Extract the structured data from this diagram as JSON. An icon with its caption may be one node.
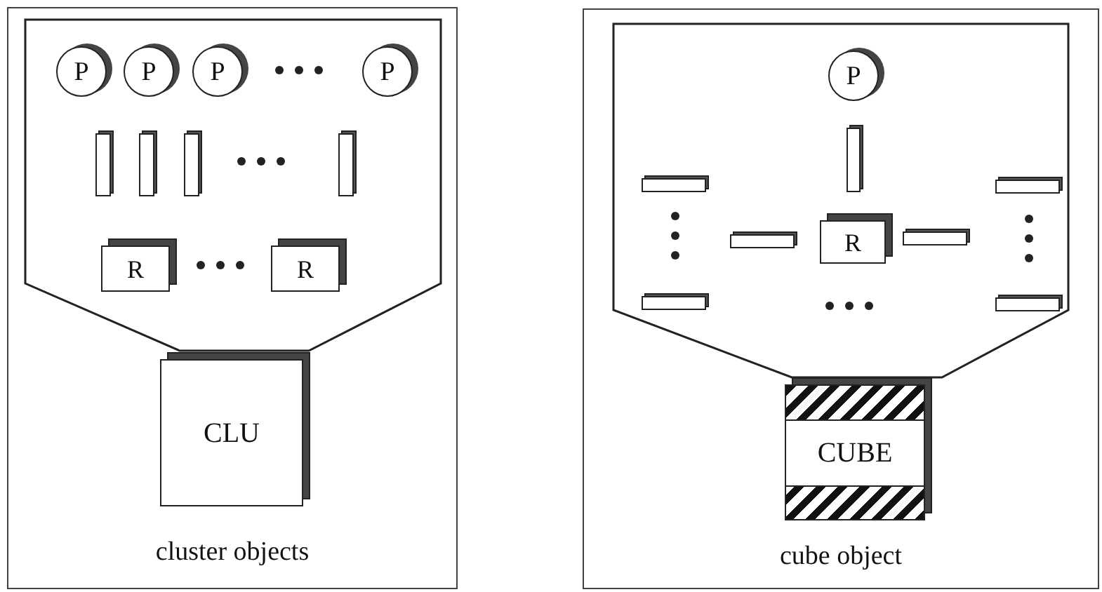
{
  "diagram": {
    "nodes": [
      {
        "text": [
          "cluster objects"
        ]
      },
      {
        "text": [],
        "shape": "callout",
        "in": 0
      },
      {
        "text": [
          "P"
        ],
        "in": 1
      },
      {
        "text": [
          "P"
        ],
        "in": 1
      },
      {
        "text": [
          "P"
        ],
        "in": 1
      },
      {
        "text": [
          "P"
        ],
        "in": 1
      },
      {
        "text": [],
        "shape": "bar",
        "in": 1
      },
      {
        "text": [],
        "shape": "bar",
        "in": 1
      },
      {
        "text": [],
        "shape": "bar",
        "in": 1
      },
      {
        "text": [],
        "shape": "bar",
        "in": 1
      },
      {
        "text": [
          "R"
        ],
        "in": 1
      },
      {
        "text": [
          "R"
        ],
        "in": 1
      },
      {
        "text": [
          "CLU"
        ],
        "in": 0
      },
      {
        "text": [
          "cube object"
        ]
      },
      {
        "text": [],
        "shape": "callout",
        "in": 13
      },
      {
        "text": [
          "P"
        ],
        "in": 14
      },
      {
        "text": [],
        "shape": "bar",
        "in": 14
      },
      {
        "text": [],
        "shape": "bar",
        "in": 14
      },
      {
        "text": [],
        "shape": "bar",
        "in": 14
      },
      {
        "text": [],
        "shape": "bar",
        "in": 14
      },
      {
        "text": [
          "R"
        ],
        "in": 14
      },
      {
        "text": [],
        "shape": "bar",
        "in": 14
      },
      {
        "text": [],
        "shape": "bar",
        "in": 14
      },
      {
        "text": [],
        "shape": "bar",
        "in": 14
      },
      {
        "text": [
          "CUBE"
        ],
        "in": 13
      }
    ]
  }
}
